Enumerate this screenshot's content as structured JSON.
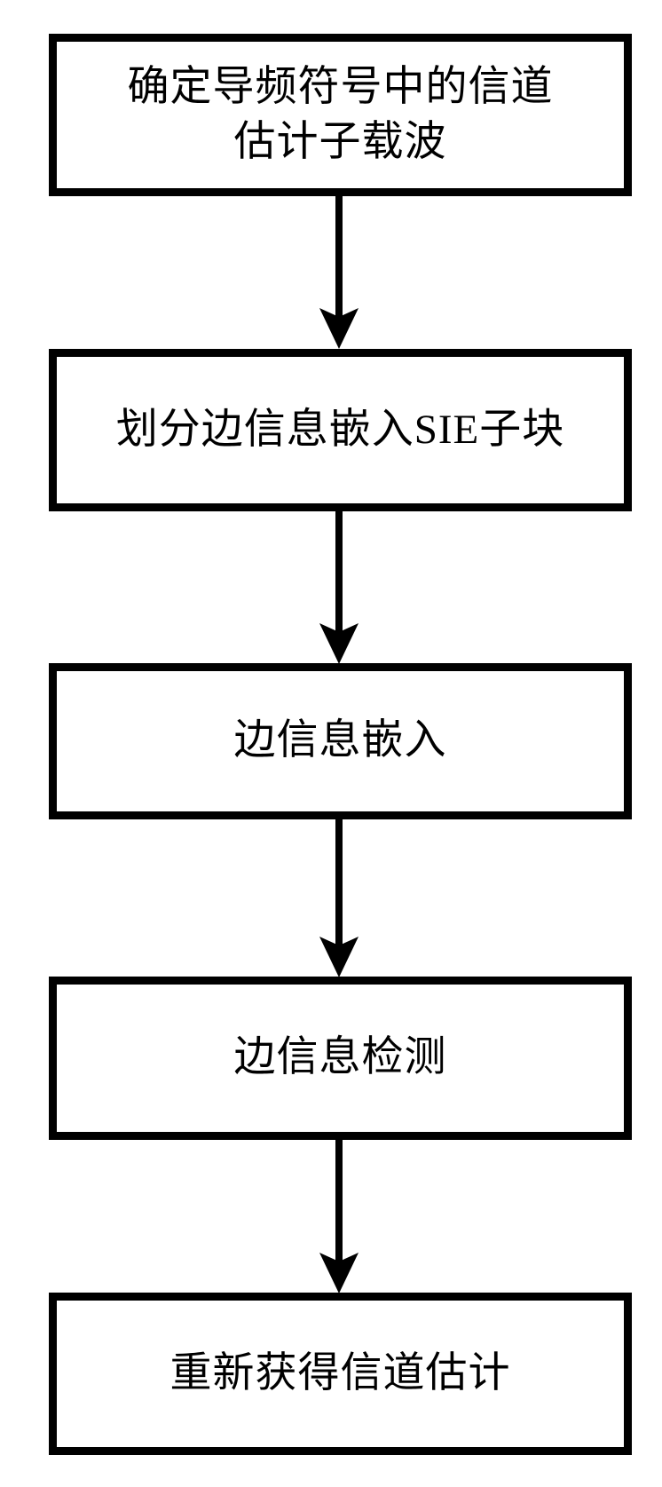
{
  "diagram": {
    "type": "flowchart",
    "orientation": "vertical",
    "background_color": "#ffffff",
    "line_color": "#000000",
    "text_color": "#000000",
    "nodes": [
      {
        "id": "node-1",
        "shape": "rectangle",
        "label": "确定导频符号中的信道\n估计子载波"
      },
      {
        "id": "node-2",
        "shape": "rectangle",
        "label": "划分边信息嵌入SIE子块"
      },
      {
        "id": "node-3",
        "shape": "rectangle",
        "label": "边信息嵌入"
      },
      {
        "id": "node-4",
        "shape": "rectangle",
        "label": "边信息检测"
      },
      {
        "id": "node-5",
        "shape": "rectangle",
        "label": "重新获得信道估计"
      }
    ],
    "connectors": [
      {
        "id": "arrow-1",
        "from": "node-1",
        "to": "node-2",
        "style": "solid-arrow-down"
      },
      {
        "id": "arrow-2",
        "from": "node-2",
        "to": "node-3",
        "style": "solid-arrow-down"
      },
      {
        "id": "arrow-3",
        "from": "node-3",
        "to": "node-4",
        "style": "solid-arrow-down"
      },
      {
        "id": "arrow-4",
        "from": "node-4",
        "to": "node-5",
        "style": "solid-arrow-down"
      }
    ]
  }
}
